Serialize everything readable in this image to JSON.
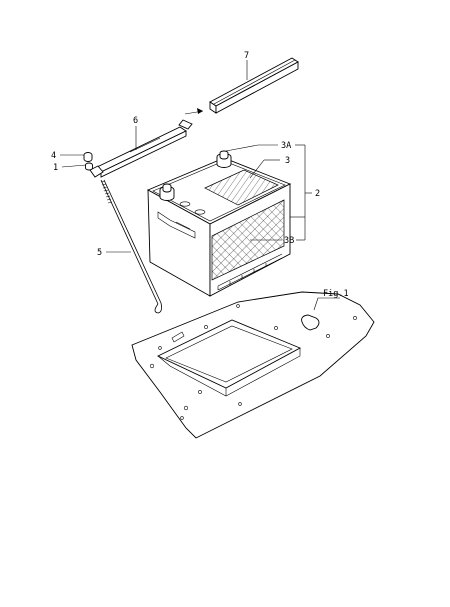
{
  "diagram": {
    "figure_label": "Fig.1",
    "callouts": [
      {
        "key": "c7",
        "text": "7"
      },
      {
        "key": "c6",
        "text": "6"
      },
      {
        "key": "c4",
        "text": "4"
      },
      {
        "key": "c1",
        "text": "1"
      },
      {
        "key": "c5",
        "text": "5"
      },
      {
        "key": "c3A",
        "text": "3A"
      },
      {
        "key": "c3",
        "text": "3"
      },
      {
        "key": "c2",
        "text": "2"
      },
      {
        "key": "c3B",
        "text": "3B"
      }
    ]
  }
}
